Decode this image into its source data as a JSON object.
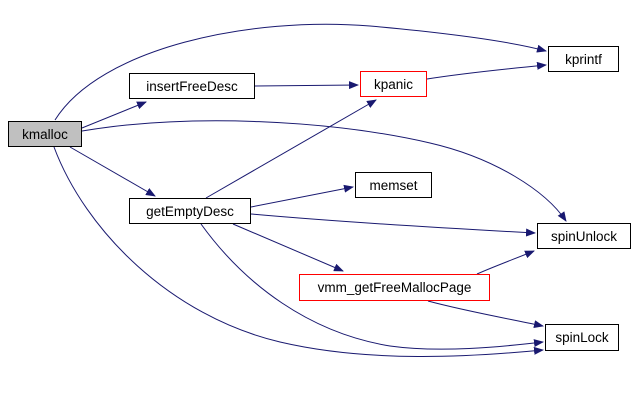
{
  "diagram": {
    "type": "call-graph",
    "colors": {
      "background": "#ffffff",
      "edge": "#191970",
      "border": "#000000",
      "node_fill": "#ffffff",
      "highlight_fill": "#c0c0c0",
      "warning_border": "#ff0000",
      "text": "#000000"
    },
    "nodes": [
      {
        "id": "kmalloc",
        "label": "kmalloc",
        "style": "highlighted"
      },
      {
        "id": "insertFreeDesc",
        "label": "insertFreeDesc",
        "style": "normal"
      },
      {
        "id": "kpanic",
        "label": "kpanic",
        "style": "warning"
      },
      {
        "id": "kprintf",
        "label": "kprintf",
        "style": "normal"
      },
      {
        "id": "memset",
        "label": "memset",
        "style": "normal"
      },
      {
        "id": "getEmptyDesc",
        "label": "getEmptyDesc",
        "style": "normal"
      },
      {
        "id": "spinUnlock",
        "label": "spinUnlock",
        "style": "normal"
      },
      {
        "id": "vmm_getFreeMallocPage",
        "label": "vmm_getFreeMallocPage",
        "style": "warning"
      },
      {
        "id": "spinLock",
        "label": "spinLock",
        "style": "normal"
      }
    ],
    "edges": [
      {
        "from": "kmalloc",
        "to": "kprintf"
      },
      {
        "from": "kmalloc",
        "to": "insertFreeDesc"
      },
      {
        "from": "kmalloc",
        "to": "spinUnlock"
      },
      {
        "from": "kmalloc",
        "to": "getEmptyDesc"
      },
      {
        "from": "kmalloc",
        "to": "spinLock"
      },
      {
        "from": "insertFreeDesc",
        "to": "kpanic"
      },
      {
        "from": "kpanic",
        "to": "kprintf"
      },
      {
        "from": "getEmptyDesc",
        "to": "kpanic"
      },
      {
        "from": "getEmptyDesc",
        "to": "memset"
      },
      {
        "from": "getEmptyDesc",
        "to": "spinUnlock"
      },
      {
        "from": "getEmptyDesc",
        "to": "vmm_getFreeMallocPage"
      },
      {
        "from": "getEmptyDesc",
        "to": "spinLock"
      },
      {
        "from": "vmm_getFreeMallocPage",
        "to": "spinUnlock"
      },
      {
        "from": "vmm_getFreeMallocPage",
        "to": "spinLock"
      }
    ]
  }
}
